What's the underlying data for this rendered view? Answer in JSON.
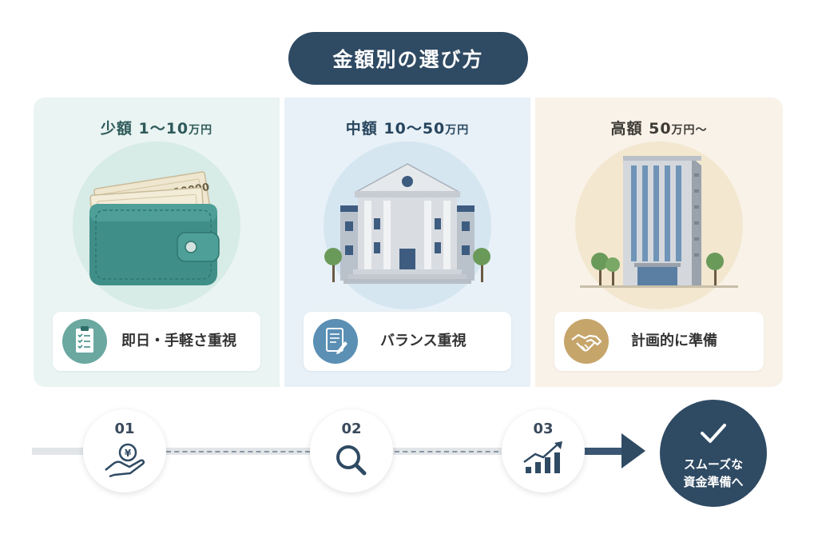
{
  "title": "金額別の選び方",
  "panels": [
    {
      "amount_label": "少額",
      "range_main": "1〜10",
      "range_unit": "万円",
      "illustration_icon": "wallet-icon",
      "card_icon": "clipboard-checklist-icon",
      "card_label": "即日・手軽さ重視",
      "banknote_text": "10000"
    },
    {
      "amount_label": "中額",
      "range_main": "10〜50",
      "range_unit": "万円",
      "illustration_icon": "bank-building-icon",
      "card_icon": "document-pen-icon",
      "card_label": "バランス重視"
    },
    {
      "amount_label": "高額",
      "range_main": "50",
      "range_unit": "万円〜",
      "illustration_icon": "office-tower-icon",
      "card_icon": "handshake-icon",
      "card_label": "計画的に準備"
    }
  ],
  "steps": [
    {
      "number": "01",
      "icon": "yen-coin-hand-icon"
    },
    {
      "number": "02",
      "icon": "magnifier-icon"
    },
    {
      "number": "03",
      "icon": "growth-chart-icon"
    }
  ],
  "final": {
    "icon": "checkmark-icon",
    "line1": "スムーズな",
    "line2": "資金準備へ"
  },
  "colors": {
    "navy": "#2f4a63",
    "teal": "#6aa8a0",
    "blue": "#5b8fb4",
    "gold": "#c6a56b"
  }
}
